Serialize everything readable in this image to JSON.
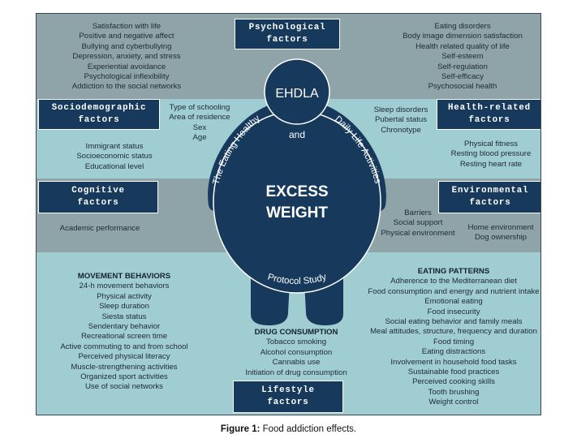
{
  "center": {
    "ehdla": "EHDLA",
    "arc_left": "The Eating Healthy",
    "arc_and": "and",
    "arc_right": "Daily Life Activities",
    "arc_bottom": "Protocol Study",
    "excess": "EXCESS",
    "weight": "WEIGHT"
  },
  "factors": {
    "psychological": {
      "line1": "Psychological",
      "line2": "factors"
    },
    "sociodemographic": {
      "line1": "Sociodemographic",
      "line2": "factors"
    },
    "health": {
      "line1": "Health-related",
      "line2": "factors"
    },
    "cognitive": {
      "line1": "Cognitive",
      "line2": "factors"
    },
    "environmental": {
      "line1": "Environmental",
      "line2": "factors"
    },
    "lifestyle": {
      "line1": "Lifestyle",
      "line2": "factors"
    }
  },
  "psych_left": [
    "Satisfaction with life",
    "Positive and negative affect",
    "Bullying and cyberbullying",
    "Depression, anxiety, and stress",
    "Experiential avoidance",
    "Psychological inflexibility",
    "Addiction to the social networks"
  ],
  "psych_right": [
    "Eating disorders",
    "Body image dimension satisfaction",
    "Health related quality of life",
    "Self-esteem",
    "Self-regulation",
    "Self-efficacy",
    "Psychosocial health"
  ],
  "socio_inner": [
    "Type of schooling",
    "Area of residence",
    "Sex",
    "Age"
  ],
  "socio_outer": [
    "Immigrant status",
    "Socioeconomic status",
    "Educational level"
  ],
  "health_inner": [
    "Sleep disorders",
    "Pubertal status",
    "Chronotype"
  ],
  "health_outer": [
    "Physical fitness",
    "Resting blood pressure",
    "Resting heart rate"
  ],
  "cognitive_items": [
    "Academic performance"
  ],
  "env_inner": [
    "Barriers",
    "Social support",
    "Physical environment"
  ],
  "env_outer": [
    "Home environment",
    "Dog ownership"
  ],
  "movement": {
    "title": "MOVEMENT BEHAVIORS",
    "items": [
      "24-h movement behaviors",
      "Physical activity",
      "Sleep duration",
      "Siesta status",
      "Sendentary behavior",
      "Recreational screen time",
      "Active commuting to and from school",
      "Perceived physical literacy",
      "Muscle-strengthening activities",
      "Organized sport activities",
      "Use of social networks"
    ]
  },
  "drug": {
    "title": "DRUG CONSUMPTION",
    "items": [
      "Tobacco smoking",
      "Alcohol consumption",
      "Cannabis use",
      "Initiation of drug consumption"
    ]
  },
  "eating": {
    "title": "EATING PATTERNS",
    "items": [
      "Adherence to the Mediterranean diet",
      "Food consumption and energy and nutrient intake",
      "Emotional eating",
      "Food insecurity",
      "Social eating behavior and family meals",
      "Meal attitudes, structure, frequency and duration",
      "Food timing",
      "Eating distractions",
      "Involvement in household food tasks",
      "Sustainable food practices",
      "Perceived cooking skills",
      "Tooth brushing",
      "Weight control"
    ]
  },
  "caption": {
    "label": "Figure 1:",
    "text": " Food addiction effects."
  },
  "colors": {
    "navy": "#173a5c",
    "grey_band": "#8fa4a9",
    "light_band": "#9fcdd1"
  }
}
